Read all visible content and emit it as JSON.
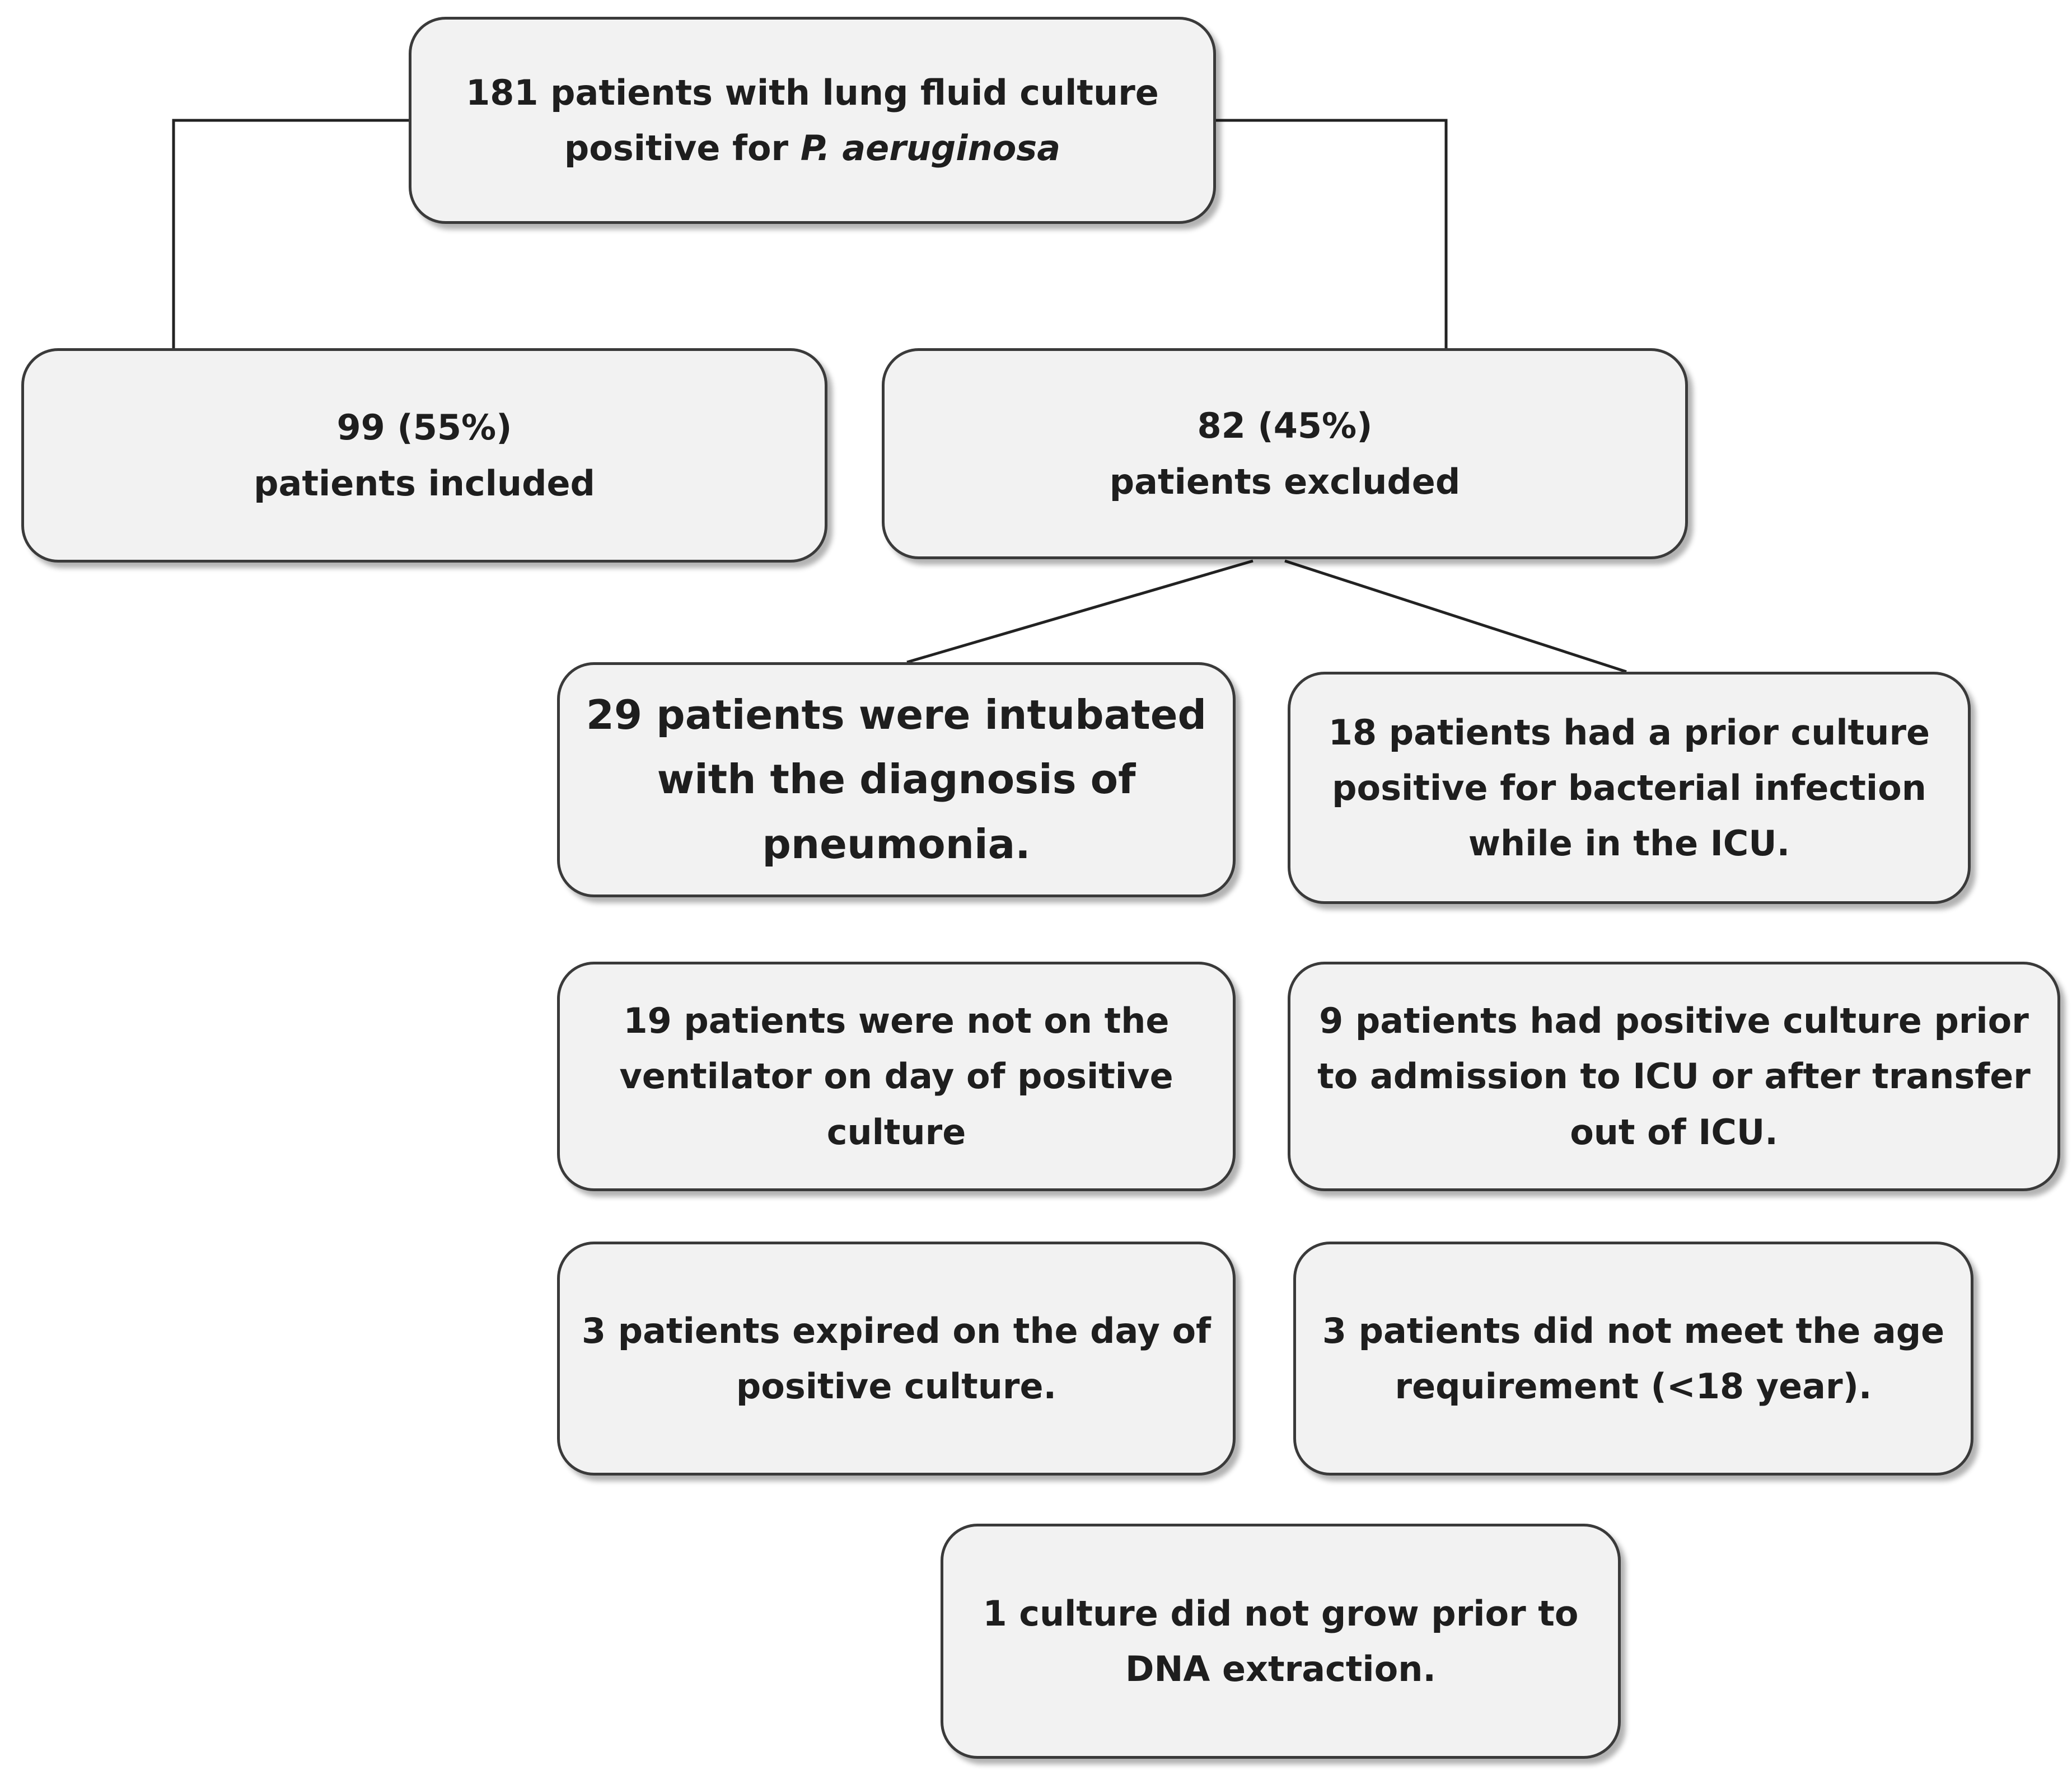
{
  "nodes": {
    "total": {
      "line1": "181 patients with lung fluid culture",
      "line2_prefix": "positive for ",
      "line2_organism": "P. aeruginosa"
    },
    "included": {
      "line1": "99 (55%)",
      "line2": "patients included"
    },
    "excluded": {
      "line1": "82 (45%)",
      "line2": "patients excluded"
    },
    "intubated": {
      "lines": [
        "29 patients were intubated",
        "with the diagnosis of",
        "pneumonia."
      ]
    },
    "prior_culture": {
      "lines": [
        "18 patients had a prior culture",
        "positive for bacterial infection",
        "while in the ICU."
      ]
    },
    "ventilator": {
      "lines": [
        "19 patients were not on the",
        "ventilator on day of positive",
        "culture"
      ]
    },
    "admission": {
      "lines": [
        "9 patients had positive culture prior",
        "to admission to ICU or after transfer",
        "out of ICU."
      ]
    },
    "expired": {
      "lines": [
        "3 patients expired on the day of",
        "positive culture."
      ]
    },
    "age": {
      "lines": [
        "3 patients did not meet the age",
        "requirement (<18 year)."
      ]
    },
    "dna": {
      "lines": [
        "1 culture did not grow prior to",
        "DNA extraction."
      ]
    }
  },
  "colors": {
    "box_fill": "#f2f2f2",
    "box_border": "#3a3a3a",
    "text": "#1e1e1e",
    "connector": "#222222"
  }
}
